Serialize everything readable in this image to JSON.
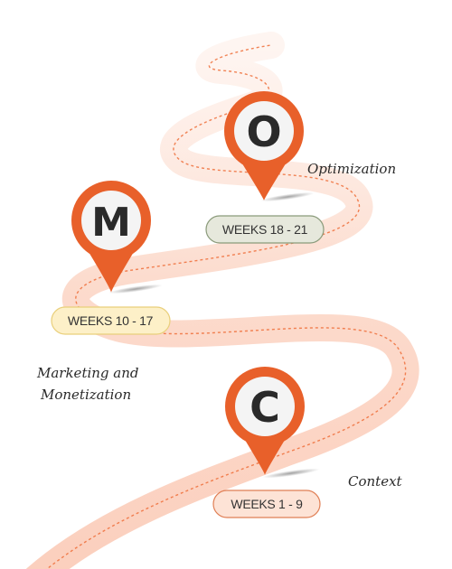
{
  "colors": {
    "road": "#fbd6c6",
    "road_fade": "#fde8df",
    "dash": "#ee6f3a",
    "pin_ring": "#e8602a",
    "pin_face": "#f4f4f4",
    "letter": "#2a2a2a",
    "badge_green_fill": "#e6e8dc",
    "badge_green_stroke": "#8a9a7a",
    "badge_yellow_fill": "#fdf0c8",
    "badge_yellow_stroke": "#e9cf7a",
    "badge_peach_fill": "#fde3d6",
    "badge_peach_stroke": "#e07f55"
  },
  "stages": [
    {
      "letter": "O",
      "label": "Optimization",
      "weeks": "WEEKS 18 - 21"
    },
    {
      "letter": "M",
      "label_line1": "Marketing and",
      "label_line2": "Monetization",
      "weeks": "WEEKS 10 - 17"
    },
    {
      "letter": "C",
      "label": "Context",
      "weeks": "WEEKS 1 - 9"
    }
  ]
}
